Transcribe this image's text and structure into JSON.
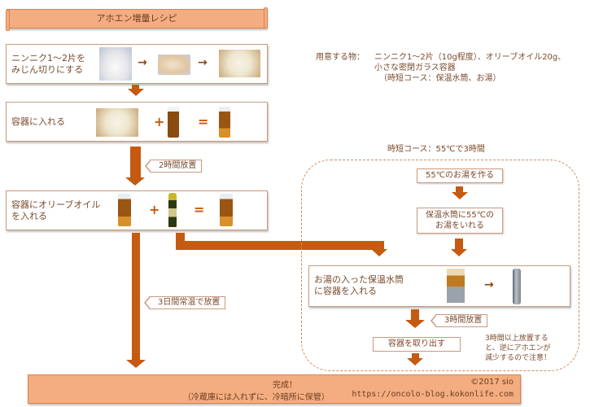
{
  "title": "アホエン増量レシピ",
  "ingredients": {
    "label": "用意する物：",
    "line1": "ニンニク1～2片（10g程度）、オリーブオイル20g、",
    "line2": "小さな密閉ガラス容器",
    "line3": "（時短コース：保温水筒、お湯）"
  },
  "steps": [
    {
      "line1": "ニンニク1～2片を",
      "line2": "みじん切りにする",
      "images": [
        "garlic-bulb",
        "garlic-clove",
        "minced-garlic"
      ],
      "ops": [
        "→",
        "→"
      ]
    },
    {
      "line1": "容器に入れる",
      "images": [
        "minced-garlic",
        "empty-jar",
        "jar-with-garlic"
      ],
      "ops": [
        "+",
        "="
      ]
    },
    {
      "line1": "容器にオリーブオイル",
      "line2": "を入れる",
      "images": [
        "jar-with-garlic",
        "olive-oil-bottle",
        "jar-with-oil"
      ],
      "ops": [
        "+",
        "="
      ]
    }
  ],
  "tags": {
    "wait_2h": "2時間放置",
    "wait_3days": "3日間常温で放置",
    "wait_3h": "3時間放置"
  },
  "shortcut": {
    "heading": "時短コース：55℃で3時間",
    "step1": "55℃のお湯を作る",
    "step2_line1": "保温水筒に55℃の",
    "step2_line2": "お湯をいれる",
    "step3_line1": "お湯の入った保温水筒",
    "step3_line2": "に容器を入れる",
    "step3_op": "→",
    "step4": "容器を取り出す",
    "note_line1": "3時間以上放置する",
    "note_line2": "と、逆にアホエンが",
    "note_line3": "減少するので注意！"
  },
  "finish": {
    "line1": "完成！",
    "line2": "（冷蔵庫には入れずに、冷暗所に保管）",
    "copyright": "©2017 sio",
    "url": "https://oncolo-blog.kokonlife.com"
  },
  "colors": {
    "accent": "#c55a11",
    "banner": "#f4ad80",
    "border": "#c99a7e",
    "text": "#7a4a2c"
  }
}
